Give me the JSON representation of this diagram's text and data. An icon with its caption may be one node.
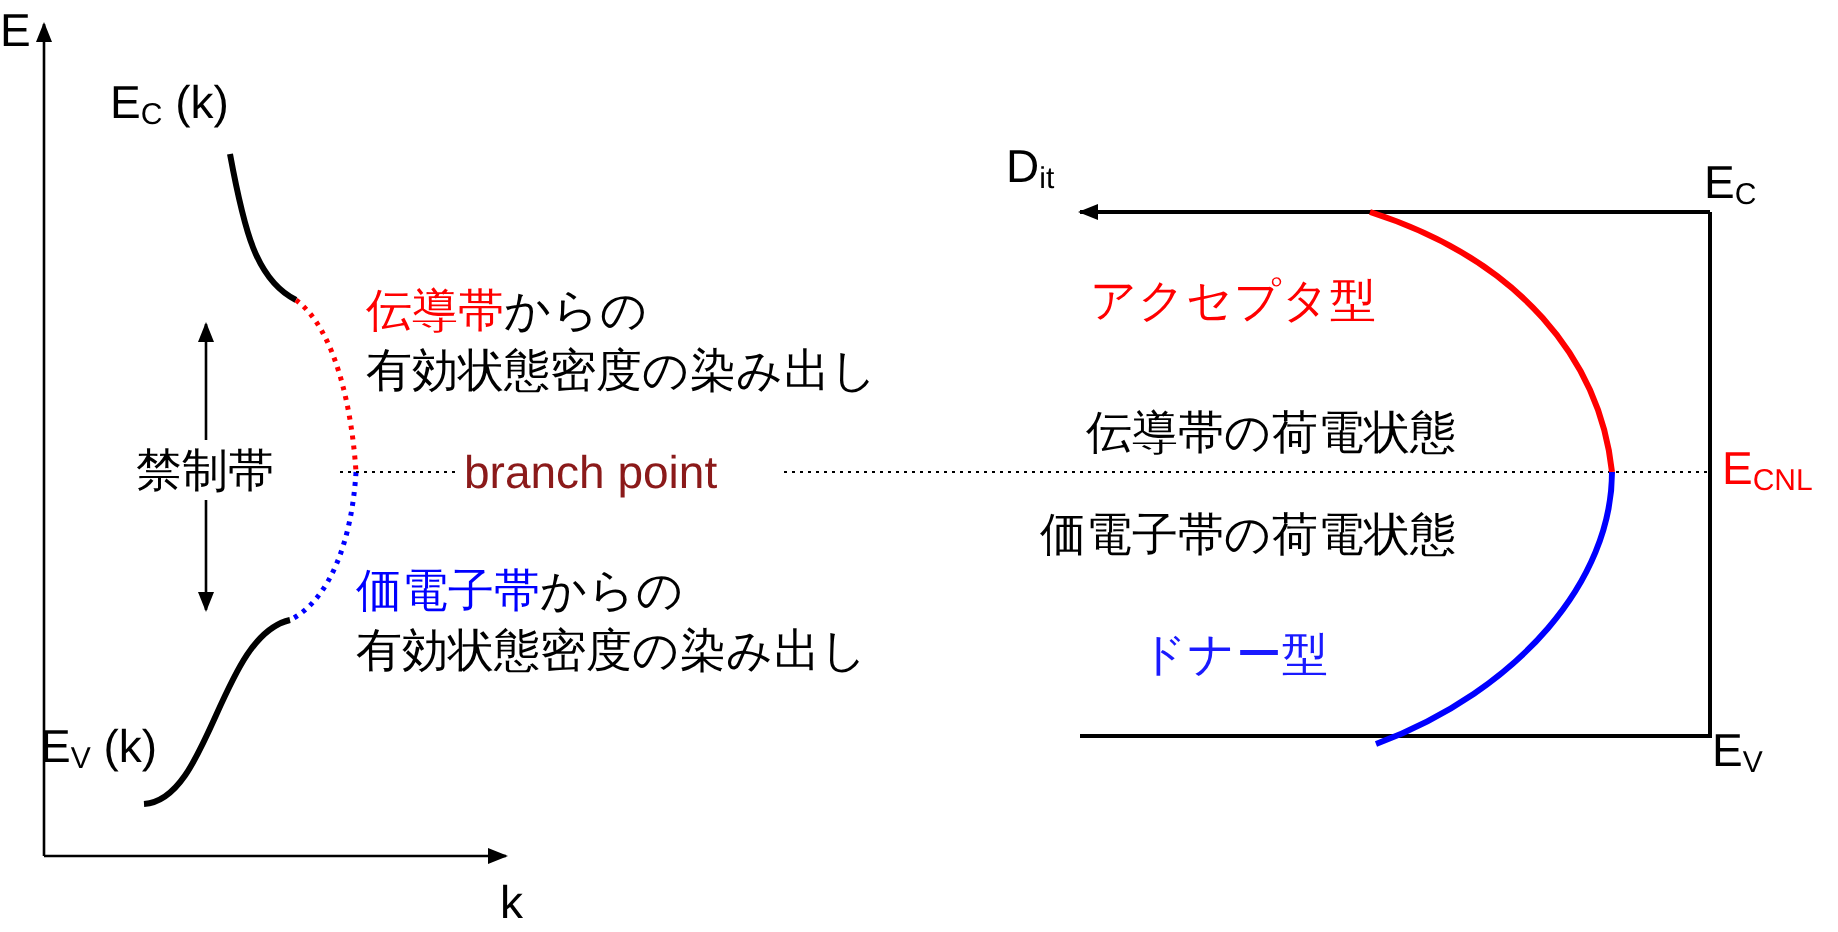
{
  "diagram": {
    "labels": [
      "E",
      "E$_{C}$ (k)",
      "D$_{it}$",
      "E$_{C}$",
      "**伝導帯**からの有効状態密度の染み出し",
      "アクセプタ型",
      "禁制帯",
      "branch point",
      "伝導帯の荷電状態",
      "E$_{CNL}$",
      "価電子帯の荷電状態",
      "**価電子帯**からの有効状態密度の染み出し",
      "ドナー型",
      "E$_{V}$ (k)",
      "E$_{V}$",
      "k"
    ]
  }
}
